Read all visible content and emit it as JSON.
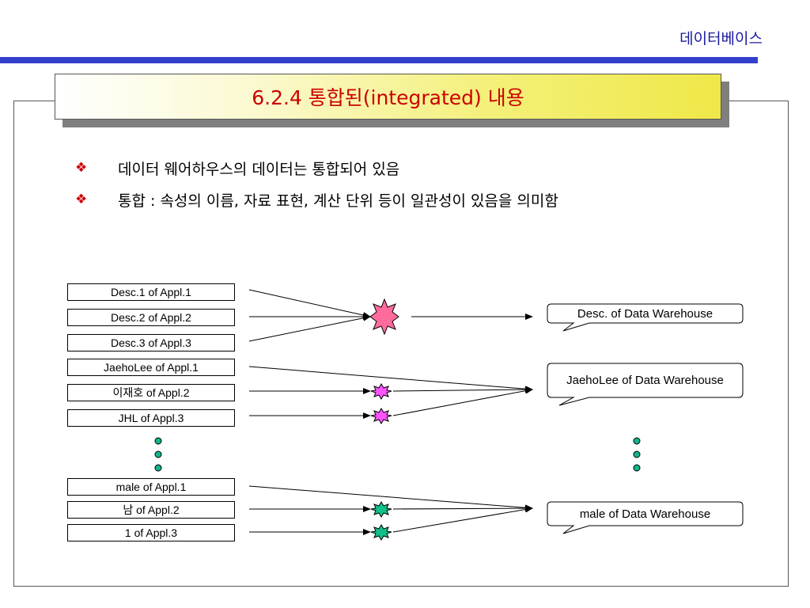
{
  "header": {
    "topic": "데이터베이스"
  },
  "slide": {
    "title": "6.2.4 통합된(integrated) 내용",
    "bullets": [
      "데이터 웨어하우스의 데이터는 통합되어 있음",
      "통합 : 속성의 이름, 자료 표현, 계산 단위 등이 일관성이 있음을 의미함"
    ]
  },
  "diagram": {
    "sources": [
      "Desc.1 of Appl.1",
      "Desc.2 of Appl.2",
      "Desc.3 of Appl.3",
      "JaehoLee of Appl.1",
      "이재호 of Appl.2",
      "JHL of Appl.3",
      "male of Appl.1",
      "남 of Appl.2",
      "1 of Appl.3"
    ],
    "targets": [
      "Desc. of Data Warehouse",
      "JaehoLee of Data Warehouse",
      "male of Data Warehouse"
    ]
  },
  "colors": {
    "title_text": "#cc0000",
    "top_bar": "#3340cc",
    "burst_pink": "#ff6b9a",
    "burst_magenta": "#ff55ff",
    "burst_green": "#11c08a",
    "dot_green": "#12b48a"
  }
}
